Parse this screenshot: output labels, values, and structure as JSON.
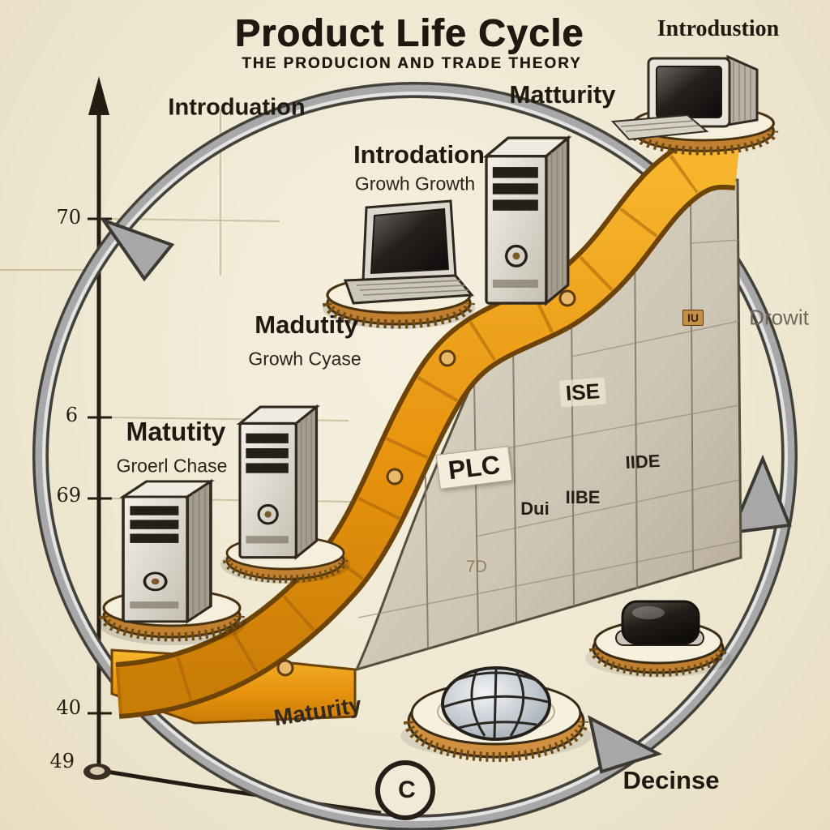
{
  "title": {
    "main": "Product Life Cycle",
    "subtitle": "THE PRODUCION AND TRADE THEORY"
  },
  "stages": {
    "top_right": "Introdustion",
    "upper_left": "Introduation",
    "upper_mid": "Matturity",
    "curve_upper": "Introdation",
    "curve_upper_sub": "Growh Growth",
    "curve_mid": "Madutity",
    "curve_mid_sub": "Growh Cyase",
    "curve_lower": "Matutity",
    "curve_lower_sub": "Groerl Chase",
    "right_side": "Drowit",
    "bottom": "Maturity",
    "bottom_right": "Decinse"
  },
  "wall": {
    "plc": "PLC",
    "ise": "ISE",
    "iide": "IIDE",
    "dui": "Dui",
    "iibe": "IIBE",
    "faint": "7D",
    "plaque": "IU"
  },
  "axis": {
    "ticks": [
      "70",
      "6",
      "69",
      "40",
      "49"
    ]
  },
  "coin": {
    "glyph": "C"
  },
  "colors": {
    "background": "#efe8d2",
    "curve_orange": "#E8940F",
    "ring_grey": "#A8A8A8",
    "bronze": "#C08030",
    "ink": "#1F1910"
  }
}
